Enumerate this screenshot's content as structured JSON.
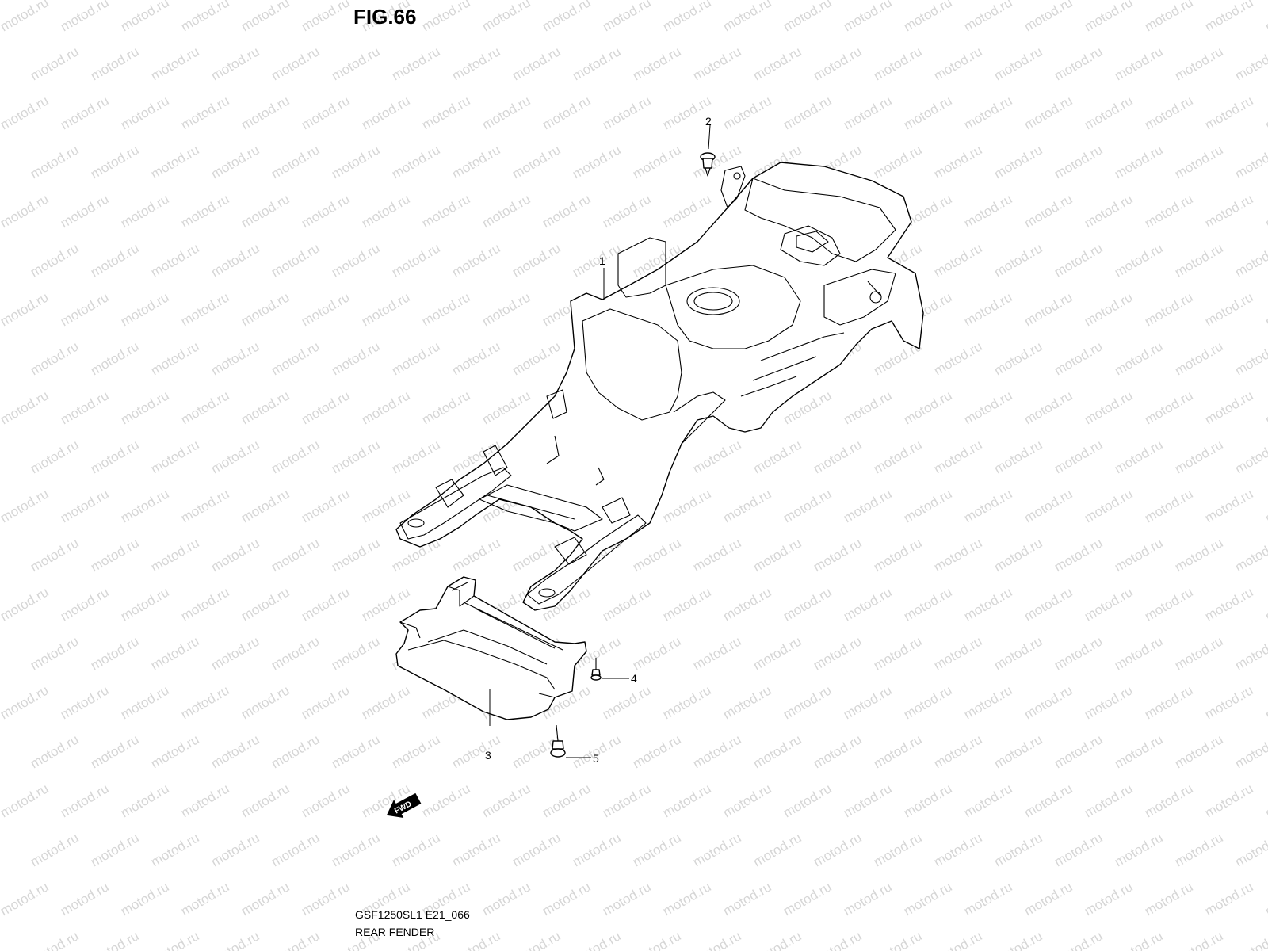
{
  "figure": {
    "title": "FIG.66",
    "model_code": "GSF1250SL1 E21_066",
    "section_name": "REAR FENDER",
    "fwd_label": "FWD",
    "watermark": "motod.ru"
  },
  "callouts": [
    {
      "id": "callout-1",
      "label": "1"
    },
    {
      "id": "callout-2",
      "label": "2"
    },
    {
      "id": "callout-3",
      "label": "3"
    },
    {
      "id": "callout-4",
      "label": "4"
    },
    {
      "id": "callout-5",
      "label": "5"
    }
  ]
}
